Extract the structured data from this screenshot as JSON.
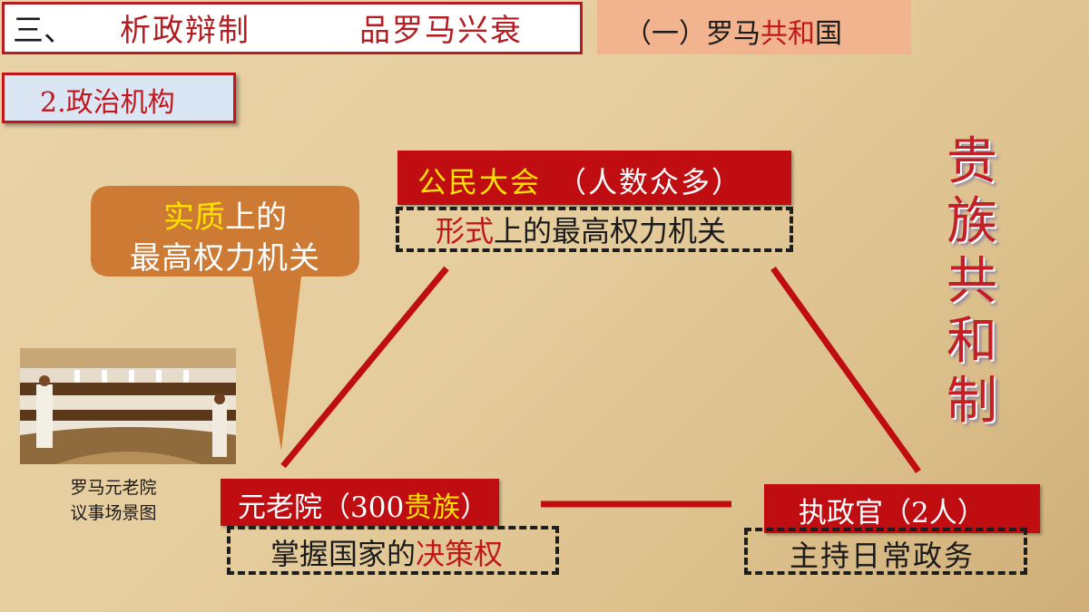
{
  "header": {
    "number": "三、",
    "title_part1": "析政辩制",
    "title_part2": "品罗马兴衰",
    "subtab": {
      "prefix": "（一）罗马",
      "highlight": "共和",
      "suffix": "国"
    }
  },
  "section": {
    "title": "2.政治机构"
  },
  "callout": {
    "line1_highlight": "实质",
    "line1_rest": "上的",
    "line2": "最高权力机关"
  },
  "assembly": {
    "name": "公民大会",
    "note": "（人数众多）",
    "role_highlight": "形式",
    "role_rest": "上的最高权力机关"
  },
  "senate": {
    "label_prefix": "元老院（300",
    "label_highlight": "贵族",
    "label_suffix": "）",
    "role_prefix": "掌握国家的",
    "role_highlight": "决策权"
  },
  "consul": {
    "label": "执政官（2人）",
    "role": "主持日常政务"
  },
  "vertical_title": [
    "贵",
    "族",
    "共",
    "和",
    "制"
  ],
  "painting": {
    "caption_line1": "罗马元老院",
    "caption_line2": "议事场景图"
  },
  "colors": {
    "accent_red": "#c00d12",
    "callout_orange": "#cd7a35",
    "highlight_yellow": "#ffe100",
    "subtab_peach": "#f2b48e",
    "section_blue": "#dbe6f4"
  }
}
